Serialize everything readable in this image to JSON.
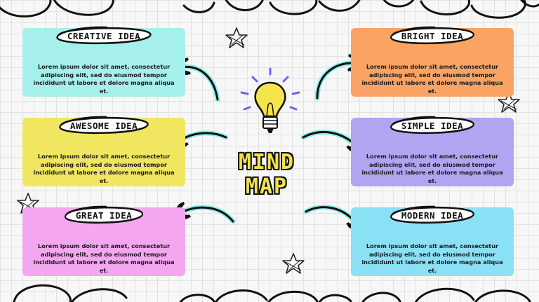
{
  "title": {
    "line1": "MIND",
    "line2": "MAP"
  },
  "colors": {
    "creative": "#a6f0ec",
    "awesome": "#f0e660",
    "great": "#f4a6f0",
    "bright": "#fba363",
    "simple": "#b1a5f2",
    "modern": "#8ae0f4",
    "arrow_outline": "#8aeeea"
  },
  "ideas": [
    {
      "id": "creative",
      "label": "CREATIVE IDEA",
      "text": "Lorem ipsum dolor sit amet, consectetur adipiscing elit, sed do eiusmod tempor incididunt ut labore et dolore magna aliqua et."
    },
    {
      "id": "awesome",
      "label": "AWESOME IDEA",
      "text": "Lorem ipsum dolor sit amet, consectetur adipiscing elit, sed do eiusmod tempor incididunt ut labore et dolore magna aliqua et."
    },
    {
      "id": "great",
      "label": "GREAT IDEA",
      "text": "Lorem ipsum dolor sit amet, consectetur adipiscing elit, sed do eiusmod tempor incididunt ut labore et dolore magna aliqua et."
    },
    {
      "id": "bright",
      "label": "BRIGHT IDEA",
      "text": "Lorem ipsum dolor sit amet, consectetur adipiscing elit, sed do eiusmod tempor incididunt ut labore et dolore magna aliqua et."
    },
    {
      "id": "simple",
      "label": "SIMPLE IDEA",
      "text": "Lorem ipsum dolor sit amet, consectetur adipiscing elit, sed do eiusmod tempor incididunt ut labore et dolore magna aliqua et."
    },
    {
      "id": "modern",
      "label": "MODERN IDEA",
      "text": "Lorem ipsum dolor sit amet, consectetur adipiscing elit, sed do eiusmod tempor incididunt ut labore et dolore magna aliqua et."
    }
  ],
  "icons": {
    "center": "lightbulb-icon",
    "stars": "star-icon",
    "connectors": "arrow-icon"
  }
}
